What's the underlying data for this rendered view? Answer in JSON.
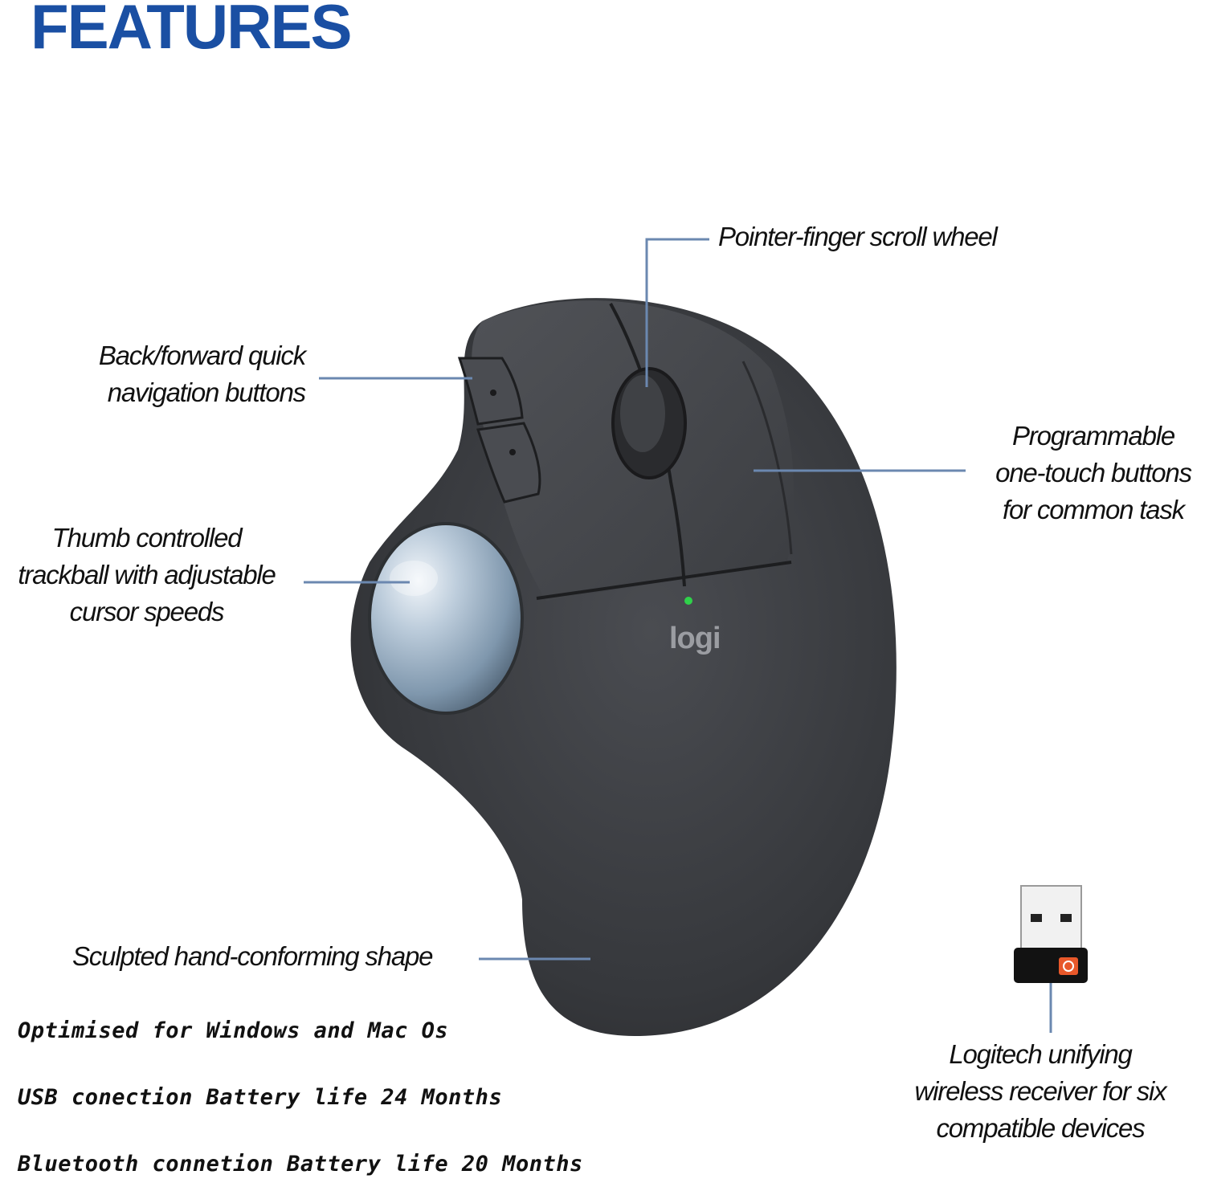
{
  "header": {
    "title": "FEATURES"
  },
  "callouts": {
    "scroll_wheel": "Pointer-finger scroll wheel",
    "nav_buttons": [
      "Back/forward quick",
      "navigation buttons"
    ],
    "programmable": [
      "Programmable",
      "one-touch buttons",
      "for common task"
    ],
    "trackball": [
      "Thumb controlled",
      "trackball with adjustable",
      "cursor speeds"
    ],
    "shape": "Sculpted hand-conforming shape",
    "receiver": [
      "Logitech unifying",
      "wireless receiver for six",
      "compatible devices"
    ]
  },
  "specs": [
    "Optimised for Windows and Mac Os",
    "USB conection Battery life 24 Months",
    "Bluetooth connetion Battery life 20 Months"
  ],
  "product": {
    "logo_text": "logi"
  },
  "colors": {
    "title": "#1a4fa3",
    "leader_line": "#6b88b0",
    "mouse_body": "#3a3c40",
    "trackball": "#a9bccd",
    "led": "#2fd14a",
    "receiver_accent": "#e8582a"
  }
}
